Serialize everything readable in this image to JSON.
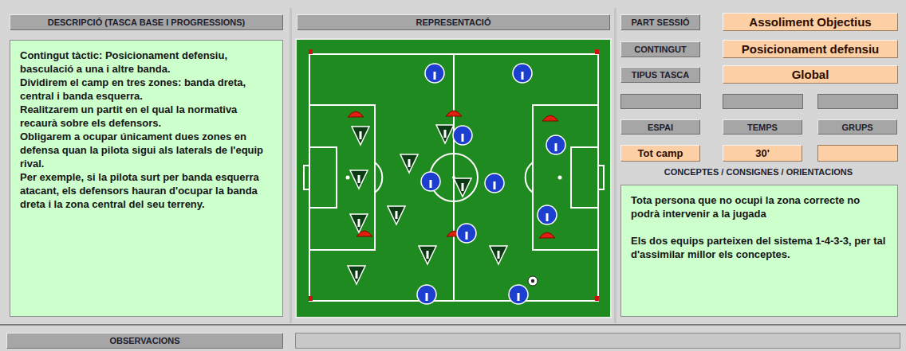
{
  "diagram": {
    "nodes": [
      {
        "text": [
          "DESCRIPCIÓ (TASCA BASE I PROGRESSIONS)"
        ]
      },
      {
        "text": [
          "REPRESENTACIÓ"
        ]
      },
      {
        "text": [
          "PART SESSIÓ"
        ]
      },
      {
        "text": [
          "Assoliment Objectius"
        ]
      },
      {
        "text": [
          "Contingut tàctic: Posicionament defensiu, basculació a una i altre banda.",
          "Dividirem el camp en tres zones: banda dreta, central i banda esquerra.",
          "Realitzarem un partit en el qual la normativa recaurà sobre els defensors.",
          "Obligarem a ocupar únicament dues zones en defensa quan la pilota sigui als laterals de l'equip rival.",
          "Per exemple, si la pilota surt per banda esquerra atacant, els defensors hauran d'ocupar la banda dreta i la zona central del seu terreny."
        ]
      },
      {
        "text": [
          "CONTINGUT"
        ]
      },
      {
        "text": [
          "Posicionament defensiu"
        ]
      },
      {
        "text": [
          "TIPUS TASCA"
        ]
      },
      {
        "text": [
          "Global"
        ]
      },
      {
        "text": [
          "ESPAI"
        ]
      },
      {
        "text": [
          "TEMPS"
        ]
      },
      {
        "text": [
          "GRUPS"
        ]
      },
      {
        "text": [
          "Tot camp"
        ]
      },
      {
        "text": [
          "30'"
        ]
      },
      {
        "text": [
          "Tota persona que no ocupi la zona correcte no podrà intervenir a la jugada",
          "Els dos equips parteixen del sistema 1-4-3-3, per tal d'assimilar millor els conceptes."
        ]
      },
      {
        "text": [
          "OBSERVACIONS"
        ]
      }
    ],
    "edges": [],
    "labels": [
      "CONCEPTES / CONSIGNES / ORIENTACIONS"
    ]
  }
}
